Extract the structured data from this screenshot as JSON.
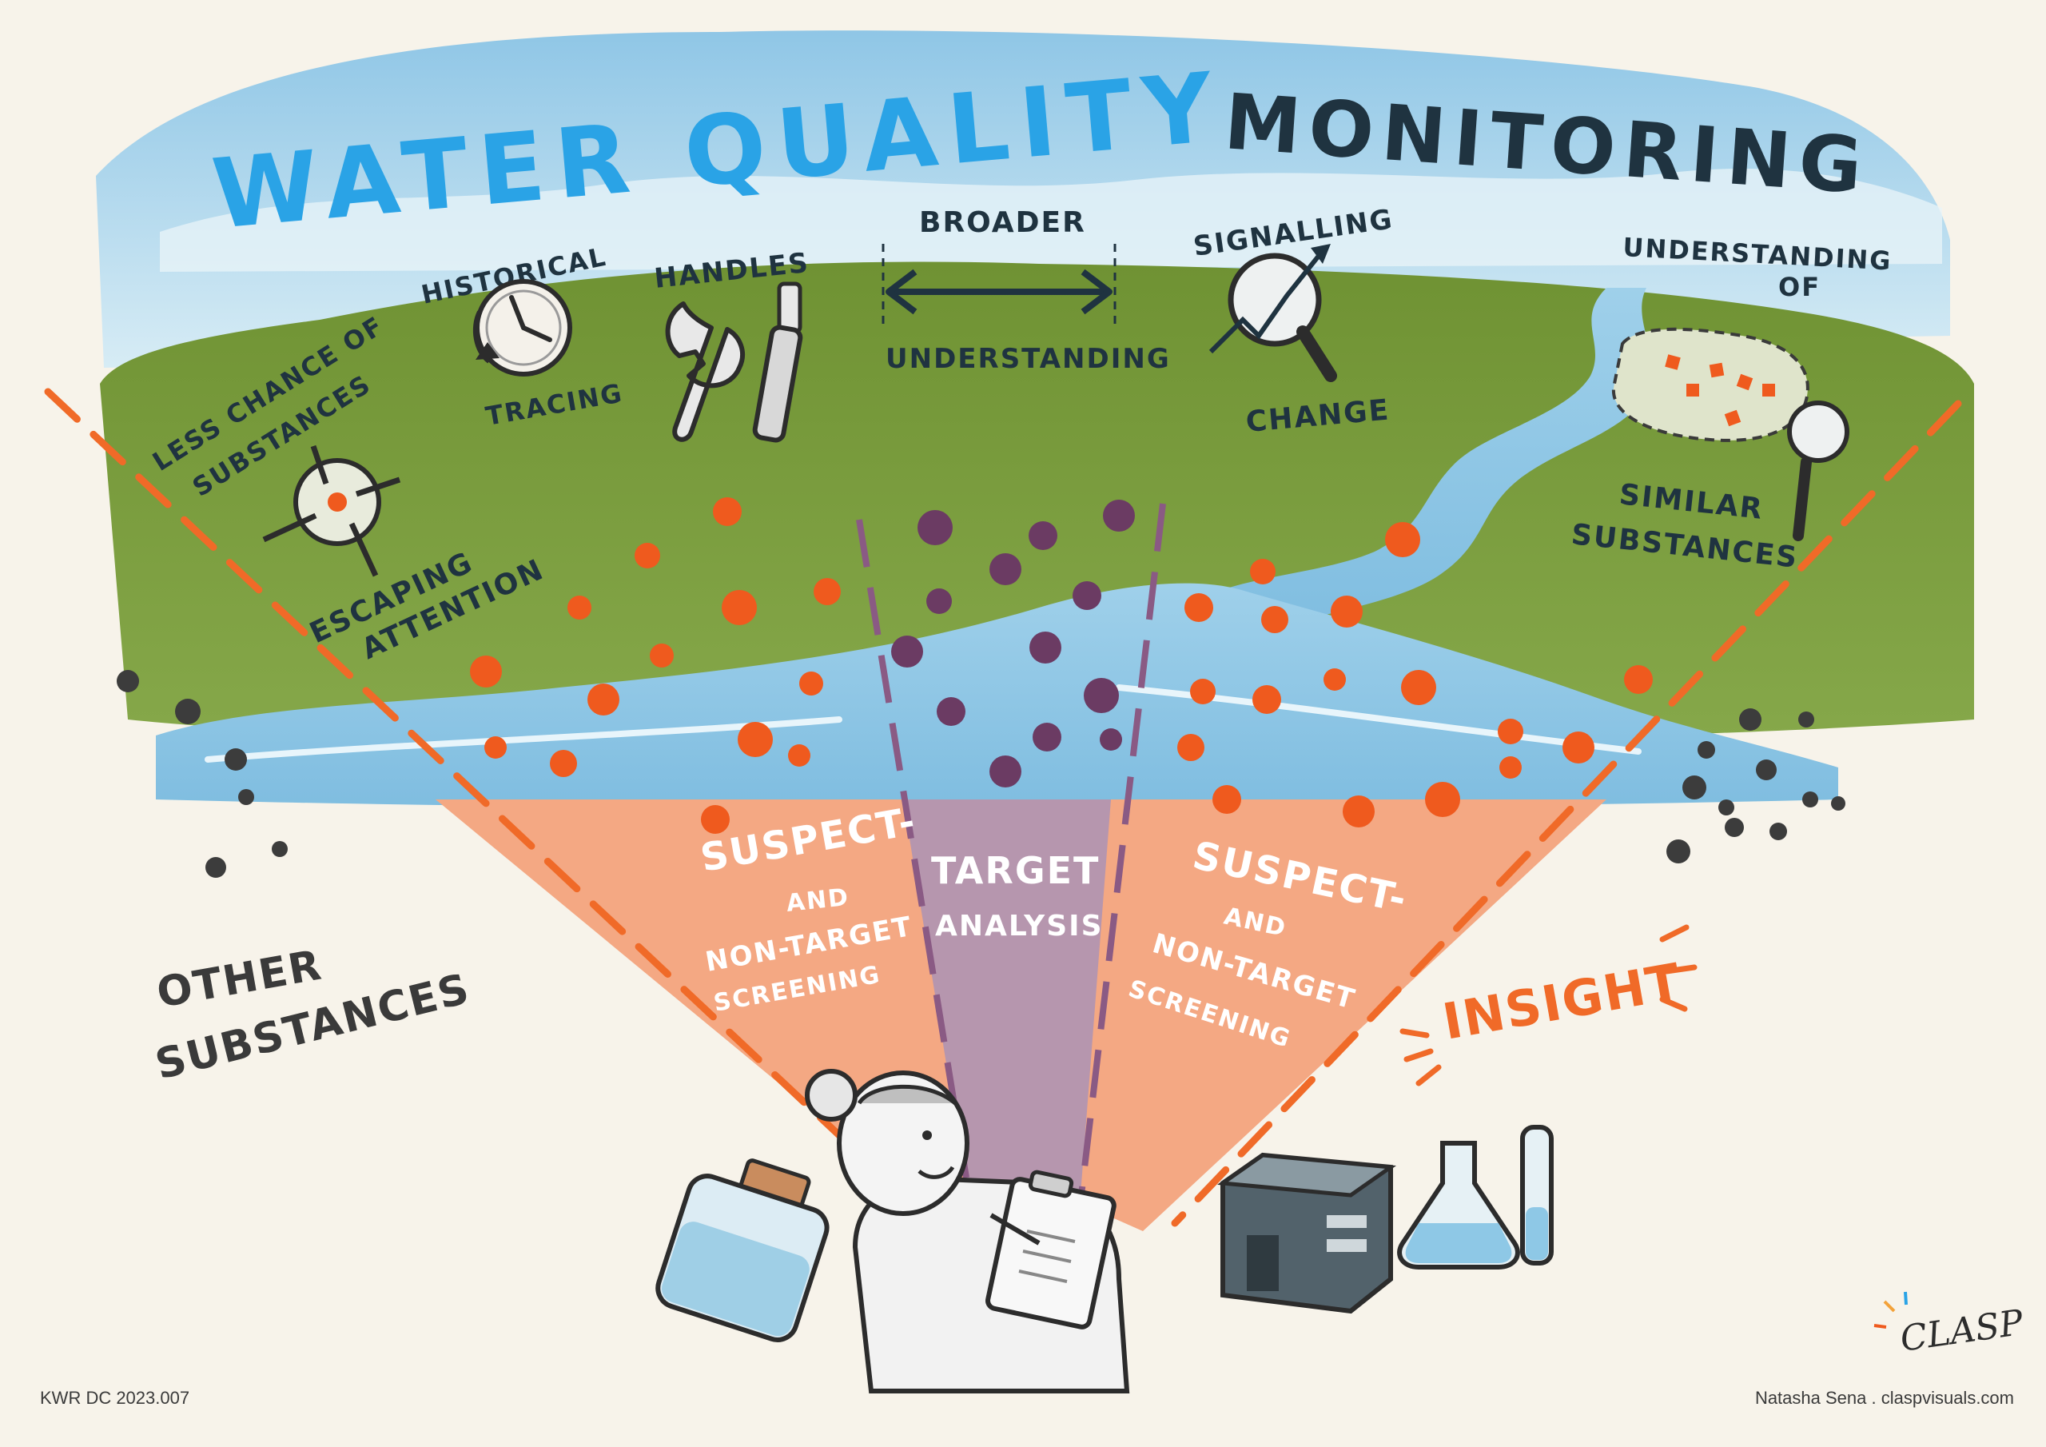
{
  "title": {
    "part1": "WATER QUALITY",
    "part2": "MONITORING"
  },
  "labels": {
    "less_chance_1": "LESS CHANCE OF",
    "less_chance_2": "SUBSTANCES",
    "escaping_1": "ESCAPING",
    "escaping_2": "ATTENTION",
    "historical": "HISTORICAL",
    "tracing": "TRACING",
    "handles": "HANDLES",
    "broader": "BROADER",
    "understanding": "UNDERSTANDING",
    "signalling": "SIGNALLING",
    "change": "CHANGE",
    "understanding_of_1": "UNDERSTANDING",
    "understanding_of_2": "OF",
    "similar_1": "SIMILAR",
    "similar_2": "SUBSTANCES",
    "suspect_left_1": "SUSPECT-",
    "suspect_left_2": "AND",
    "suspect_left_3": "NON-TARGET",
    "suspect_left_4": "SCREENING",
    "target_1": "TARGET",
    "target_2": "ANALYSIS",
    "suspect_right_1": "SUSPECT-",
    "suspect_right_2": "AND",
    "suspect_right_3": "NON-TARGET",
    "suspect_right_4": "SCREENING",
    "other_1": "OTHER",
    "other_2": "SUBSTANCES",
    "insight": "INSIGHT",
    "logo": "CLASP"
  },
  "footer": {
    "left": "KWR DC 2023.007",
    "right": "Natasha Sena . claspvisuals.com"
  },
  "colors": {
    "background": "#f7f3ea",
    "sky": "#a9d3ea",
    "grass": "#7a9a3e",
    "water": "#8ec8e6",
    "orange_dot": "#ef5a1e",
    "purple_dot": "#6b3b63",
    "grey_dot": "#3c3c3c",
    "suspect_fill": "#f4a883",
    "target_fill": "#b696ae",
    "dashed_orange": "#f06a28",
    "title_blue": "#2aa3e6",
    "ink_dark": "#1f3340"
  }
}
